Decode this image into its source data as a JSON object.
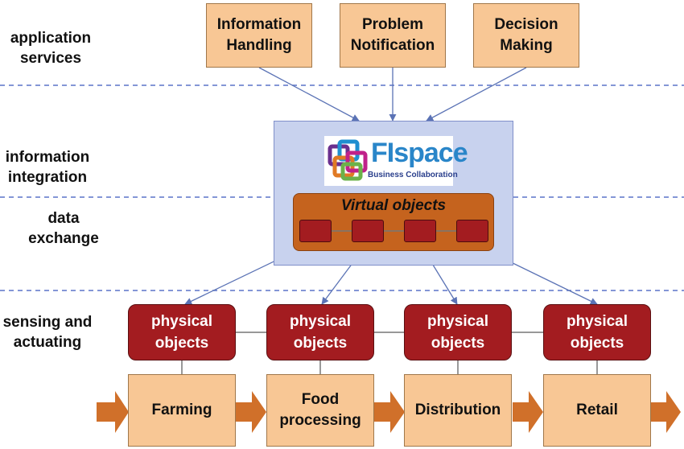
{
  "layers": [
    {
      "label": "application\nservices"
    },
    {
      "label": "information\nintegration"
    },
    {
      "label": "data\nexchange"
    },
    {
      "label": "sensing and\nactuating"
    }
  ],
  "services": [
    {
      "label": "Information\nHandling"
    },
    {
      "label": "Problem\nNotification"
    },
    {
      "label": "Decision\nMaking"
    }
  ],
  "platform": {
    "logo_main": "FIspace",
    "logo_sub": "Business Collaboration",
    "virtual_objects_label": "Virtual objects",
    "virtual_object_count": 4
  },
  "physical_objects": [
    {
      "label": "physical\nobjects"
    },
    {
      "label": "physical\nobjects"
    },
    {
      "label": "physical\nobjects"
    },
    {
      "label": "physical\nobjects"
    }
  ],
  "supply_chain": [
    {
      "label": "Farming"
    },
    {
      "label": "Food\nprocessing"
    },
    {
      "label": "Distribution"
    },
    {
      "label": "Retail"
    }
  ],
  "colors": {
    "service_fill": "#f8c795",
    "platform_fill": "#c8d2ee",
    "virtual_fill": "#c5631e",
    "physical_fill": "#a31c20",
    "arrow_orange": "#d0702a",
    "connector_blue": "#5b73b5",
    "divider_blue": "#5b73c9"
  }
}
